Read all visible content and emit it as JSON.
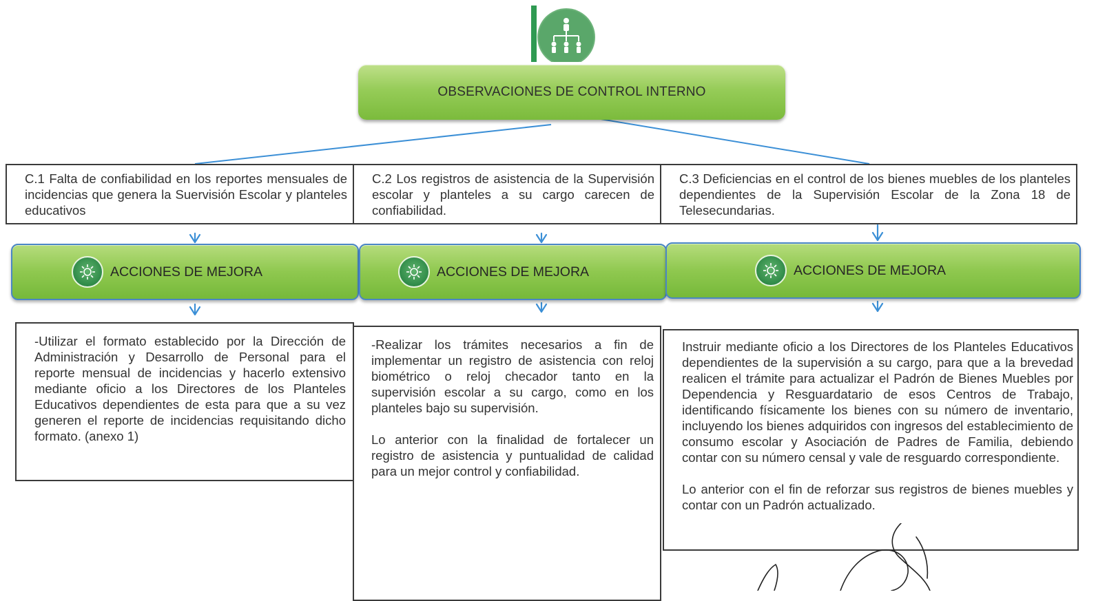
{
  "title": "OBSERVACIONES DE CONTROL INTERNO",
  "observations": [
    {
      "text": "C.1 Falta de confiabilidad en los reportes mensuales de incidencias que genera la Suervisión Escolar y planteles educativos"
    },
    {
      "text": "C.2 Los registros de asistencia de la Supervisión escolar y planteles a su cargo carecen de confiabilidad."
    },
    {
      "text": "C.3 Deficiencias en el control de los bienes muebles de los planteles dependientes de la Supervisión Escolar de la Zona 18 de Telesecundarias."
    }
  ],
  "actions": [
    {
      "label": "ACCIONES DE MEJORA"
    },
    {
      "label": "ACCIONES DE MEJORA"
    },
    {
      "label": "ACCIONES DE MEJORA"
    }
  ],
  "improvements": [
    {
      "p1": "-Utilizar el formato establecido por la Dirección de Administración y Desarrollo de Personal para el reporte mensual de incidencias y hacerlo extensivo mediante oficio a los Directores de los Planteles Educativos dependientes de esta para que a su vez generen el reporte de incidencias requisitando dicho formato.  (anexo 1)"
    },
    {
      "p1": "-Realizar los trámites necesarios a fin de implementar un registro de asistencia con reloj biométrico o reloj checador tanto en la supervisión escolar a su cargo, como en los planteles bajo su supervisión.",
      "p2": "Lo anterior con la finalidad de fortalecer un registro de asistencia y puntualidad de calidad para un mejor control y confiabilidad."
    },
    {
      "p1": "Instruir mediante oficio a los Directores de los Planteles Educativos dependientes de la supervisión a su cargo, para que a la brevedad realicen el trámite para actualizar el Padrón de Bienes Muebles por Dependencia y Resguardatario de esos Centros de Trabajo, identificando físicamente los bienes con su número de inventario, incluyendo los bienes adquiridos con ingresos del establecimiento de consumo escolar y Asociación de Padres de Familia, debiendo contar con su número censal y vale de resguardo correspondiente.",
      "p2": "Lo anterior con el fin de reforzar sus registros de bienes muebles y contar con un Padrón actualizado."
    }
  ],
  "colors": {
    "pill_green": "#8fc84f",
    "icon_green": "#2f8a48",
    "connector_blue": "#3b8fd6",
    "border": "#3a3a3a"
  },
  "icons": {
    "top": "organization-chart-icon",
    "actions": "lightbulb-gear-icon"
  }
}
